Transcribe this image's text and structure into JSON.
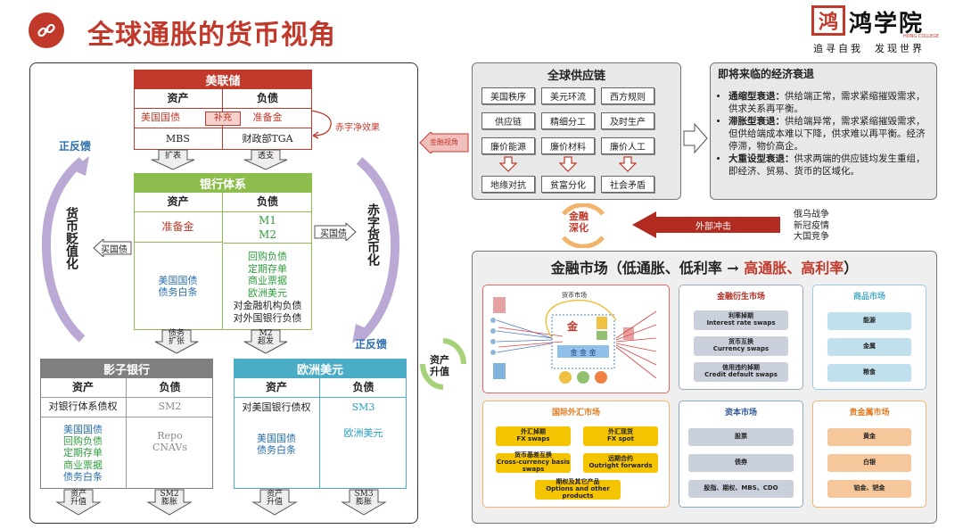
{
  "title": "全球通胀的货币视角",
  "logo": {
    "name": "鸿学院",
    "english": "HONG COLLEGE",
    "slogan": "追寻自我  发现世界"
  },
  "fed": {
    "title": "美联储",
    "asset": "资产",
    "liability": "负债",
    "assets1": "美国国债",
    "plus": "补充",
    "liab1": "准备金",
    "assets2": "MBS",
    "liab2": "财政部TGA",
    "note": "赤字净效果",
    "arrow_left": "扩表",
    "arrow_right": "透支"
  },
  "bank": {
    "title": "银行体系",
    "asset": "资产",
    "liability": "负债",
    "a1": "准备金",
    "l1": "M1",
    "l2": "M2",
    "a2": "美国国债",
    "a3": "债务白条",
    "l3": "回购负债",
    "l4": "定期存单",
    "l5": "商业票据",
    "l6": "欧洲美元",
    "l7": "对金融机构负债",
    "l8": "对外国银行负债",
    "arrow_left_1": "债务",
    "arrow_left_2": "扩张",
    "arrow_right_1": "M2",
    "arrow_right_2": "超发"
  },
  "left_side": {
    "feedback": "正反馈",
    "vertical": "货币贬值化",
    "buy": "买国债"
  },
  "right_side": {
    "buy": "买国债",
    "vertical": "赤字货币化",
    "feedback": "正反馈"
  },
  "shadow": {
    "title": "影子银行",
    "asset": "资产",
    "liability": "负债",
    "a1": "对银行体系债权",
    "l1": "SM2",
    "a2": "美国国债",
    "a3": "回购负债",
    "a4": "定期存单",
    "a5": "商业票据",
    "a6": "债务白条",
    "l2": "Repo",
    "l3": "CNAVs",
    "arrow1_1": "资产",
    "arrow1_2": "升值",
    "arrow2_1": "SM2",
    "arrow2_2": "膨胀"
  },
  "euro": {
    "title": "欧洲美元",
    "asset": "资产",
    "liability": "负债",
    "a1": "对美国银行债权",
    "l1": "SM3",
    "a2": "美国国债",
    "a3": "债务白条",
    "l2": "欧洲美元",
    "arrow1_1": "资产",
    "arrow1_2": "升值",
    "arrow2_1": "SM3",
    "arrow2_2": "膨胀"
  },
  "asset_up": "资产\n升值",
  "supply": {
    "title": "全球供应链",
    "row1": [
      "美国秩序",
      "美元环流",
      "西方规则"
    ],
    "row2": [
      "供应链",
      "精细分工",
      "及时生产"
    ],
    "row3": [
      "廉价能源",
      "廉价材料",
      "廉价人工"
    ],
    "row4": [
      "地缘对抗",
      "贫富分化",
      "社会矛盾"
    ],
    "side_label": "金融视角"
  },
  "recession": {
    "title": "即将来临的经济衰退",
    "items": [
      {
        "bold": "通缩型衰退：",
        "text": "供给端正常，需求紧缩摧毁需求，供求关系再平衡。"
      },
      {
        "bold": "滞胀型衰退：",
        "text": "供给端异常，需求紧缩摧毁需求，但供给端成本难以下降，供求难以再平衡。经济停滞，物价高企。"
      },
      {
        "bold": "大重设型衰退：",
        "text": "供求两端的供应链均发生重组，即经济、贸易、货币的区域化。"
      }
    ]
  },
  "deepening": "金融\n深化",
  "shock": {
    "label": "外部冲击",
    "items": [
      "俄乌战争",
      "新冠疫情",
      "大国竞争"
    ]
  },
  "market": {
    "title_a": "金融市场（低通胀、低利率 → ",
    "title_b": "高通胀、高利率",
    "title_c": "）",
    "diagram_title": "货币市场",
    "diagram_center": "金",
    "deriv": {
      "title": "金融衍生市场",
      "items": [
        "利率掉期\nInterest rate swaps",
        "货币互换\nCurrency swaps",
        "信用违约掉期\nCredit default swaps"
      ]
    },
    "commodity": {
      "title": "商品市场",
      "items": [
        "能源",
        "金属",
        "粮食"
      ]
    },
    "fx": {
      "title": "国际外汇市场",
      "items": [
        "外汇掉期\nFX swaps",
        "外汇现货\nFX spot",
        "货币基差互换\nCross-currency basis swaps",
        "远期合约\nOutright forwards",
        "期权及其它产品\nOptions and other products"
      ]
    },
    "capital": {
      "title": "资本市场",
      "items": [
        "股票",
        "债券",
        "股指、期权、MBS、CDO"
      ]
    },
    "metal": {
      "title": "贵金属市场",
      "items": [
        "黄金",
        "白银",
        "铂金、钯金"
      ]
    }
  },
  "colors": {
    "fed": "#c0392b",
    "bank": "#8dbd4c",
    "shadow": "#7f7f7f",
    "euro": "#4bacc6",
    "deriv": "#2e5597",
    "fx": "#f5c400",
    "metal": "#f2b36b"
  }
}
